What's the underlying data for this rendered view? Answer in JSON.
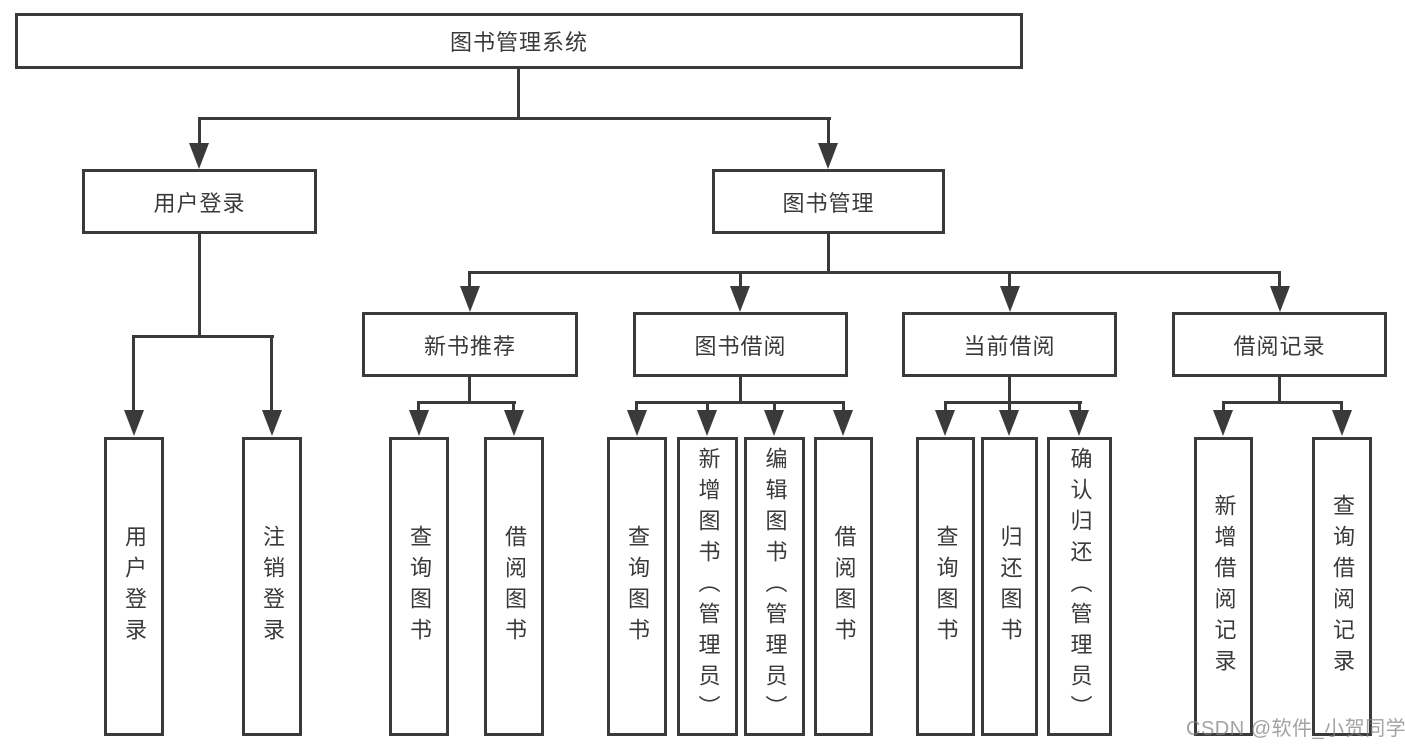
{
  "diagram": {
    "title": "图书管理系统",
    "branches": [
      {
        "label": "用户登录",
        "children": [
          "用户登录",
          "注销登录"
        ]
      },
      {
        "label": "图书管理",
        "sections": [
          {
            "label": "新书推荐",
            "children": [
              "查询图书",
              "借阅图书"
            ]
          },
          {
            "label": "图书借阅",
            "children": [
              "查询图书",
              "新增图书（管理员）",
              "编辑图书（管理员）",
              "借阅图书"
            ]
          },
          {
            "label": "当前借阅",
            "children": [
              "查询图书",
              "归还图书",
              "确认归还（管理员）"
            ]
          },
          {
            "label": "借阅记录",
            "children": [
              "新增借阅记录",
              "查询借阅记录"
            ]
          }
        ]
      }
    ],
    "watermark": "CSDN @软件_小贺同学",
    "colors": {
      "line": "#3a3a3a",
      "text": "#3a3a3a",
      "box_background": "#ffffff",
      "page_background": "#ffffff",
      "watermark": "#9e9e9e"
    }
  }
}
